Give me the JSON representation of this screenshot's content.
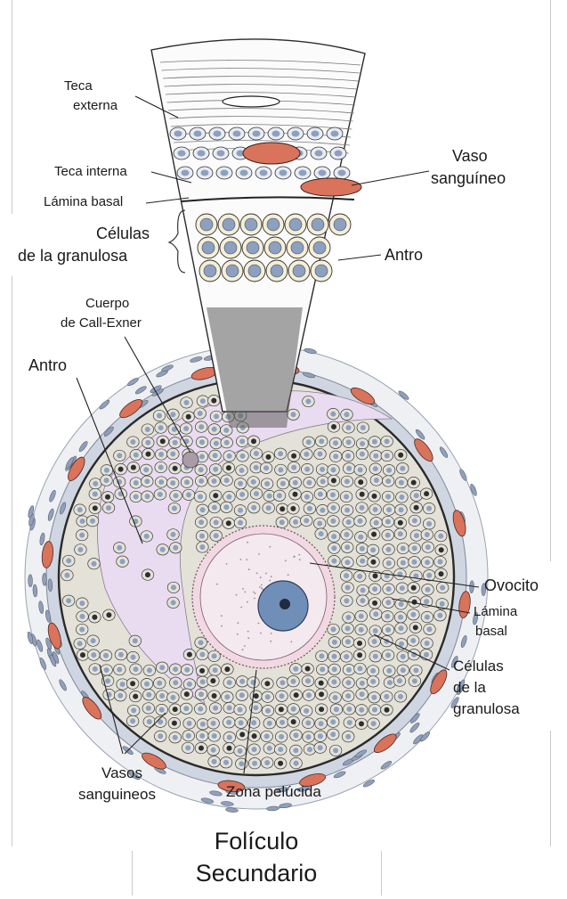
{
  "labels": {
    "teca_externa_1": "Teca",
    "teca_externa_2": "externa",
    "teca_interna": "Teca interna",
    "lamina_basal_top": "Lámina basal",
    "celulas_granulosa_top_1": "Células",
    "celulas_granulosa_top_2": "de la granulosa",
    "vaso_sanguineo_1": "Vaso",
    "vaso_sanguineo_2": "sanguíneo",
    "antro_right": "Antro",
    "cuerpo_call_exner_1": "Cuerpo",
    "cuerpo_call_exner_2": "de Call-Exner",
    "antro_left": "Antro",
    "ovocito": "Ovocito",
    "lamina_basal_right_1": "Lámina",
    "lamina_basal_right_2": "basal",
    "celulas_granulosa_right_1": "Células",
    "celulas_granulosa_right_2": "de la",
    "celulas_granulosa_right_3": "granulosa",
    "vasos_sanguineos_1": "Vasos",
    "vasos_sanguineos_2": "sanguineos",
    "zona_pelucida": "Zona pelúcida"
  },
  "title": {
    "line1": "Folículo",
    "line2": "Secundario"
  },
  "colors": {
    "granulosa_cell": "#e4e2d8",
    "nucleus": "#8da0bf",
    "blood_vessel": "#d9735c",
    "antrum": "#eadcf0",
    "zona_pellucida": "#f2d8e2",
    "oocyte": "#f3e9ee",
    "oocyte_nucleus": "#6f8fb8",
    "theca": "#cfd6e2",
    "outline": "#3a3a3a"
  }
}
